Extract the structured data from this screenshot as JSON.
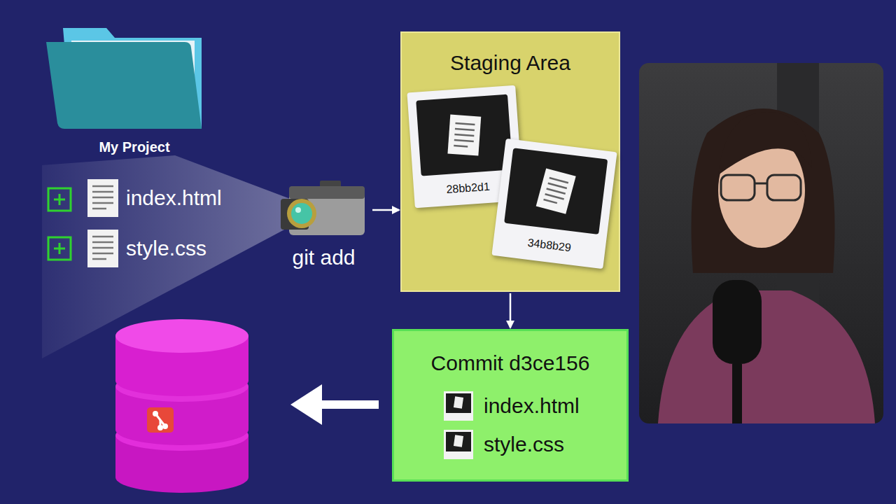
{
  "diagram": {
    "nodes": [
      {
        "text": [
          "My Project"
        ]
      },
      {
        "text": [
          "git add"
        ]
      },
      {
        "text": [
          "Staging Area"
        ]
      },
      {
        "text": [
          "28bb2d1"
        ],
        "in": 2
      },
      {
        "text": [
          "34b8b29"
        ],
        "in": 2
      },
      {
        "text": [
          "Commit d3ce156",
          "index.html",
          "style.css"
        ]
      }
    ],
    "edges": [
      {
        "from": 1,
        "to": 2,
        "arrow": "to"
      },
      {
        "from": 2,
        "to": 5,
        "arrow": "to"
      }
    ],
    "labels": [
      "index.html",
      "style.css"
    ]
  }
}
